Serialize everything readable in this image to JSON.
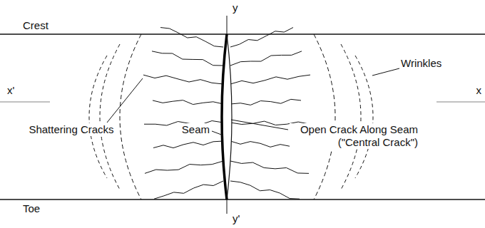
{
  "diagram": {
    "labels": [
      "y",
      "Crest",
      "Wrinkles",
      "x'",
      "Shattering Cracks",
      "Seam",
      "Open Crack Along Seam (\"Central Crack\")",
      "x",
      "Toe",
      "y'"
    ]
  }
}
